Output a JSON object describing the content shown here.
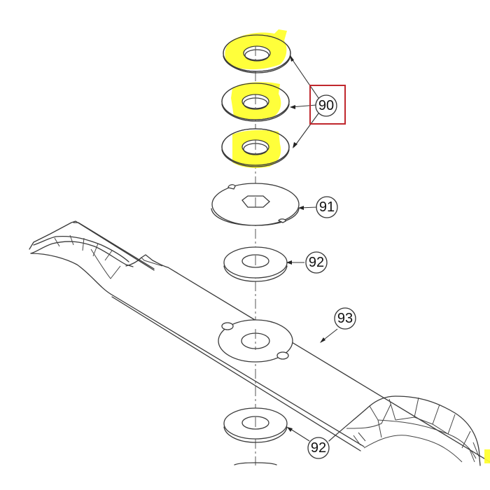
{
  "diagram": {
    "type": "exploded-parts-diagram",
    "highlight_color": "#ffff2a",
    "callout_box_color": "#c0272d",
    "parts": [
      {
        "id": "part-90a",
        "callout": "90",
        "shape": "washer",
        "highlighted": true
      },
      {
        "id": "part-90b",
        "callout": "90",
        "shape": "washer",
        "highlighted": true
      },
      {
        "id": "part-90c",
        "callout": "90",
        "shape": "washer",
        "highlighted": true
      },
      {
        "id": "part-91",
        "callout": "91",
        "shape": "notched-plate",
        "highlighted": false
      },
      {
        "id": "part-92-top",
        "callout": "92",
        "shape": "washer",
        "highlighted": false
      },
      {
        "id": "part-93",
        "callout": "93",
        "shape": "mower-blade",
        "highlighted": false
      },
      {
        "id": "part-92-bottom",
        "callout": "92",
        "shape": "washer",
        "highlighted": false
      }
    ],
    "labels": {
      "l90": "90",
      "l91": "91",
      "l92_top": "92",
      "l93": "93",
      "l92_bottom": "92"
    },
    "selected_callout": "90"
  }
}
